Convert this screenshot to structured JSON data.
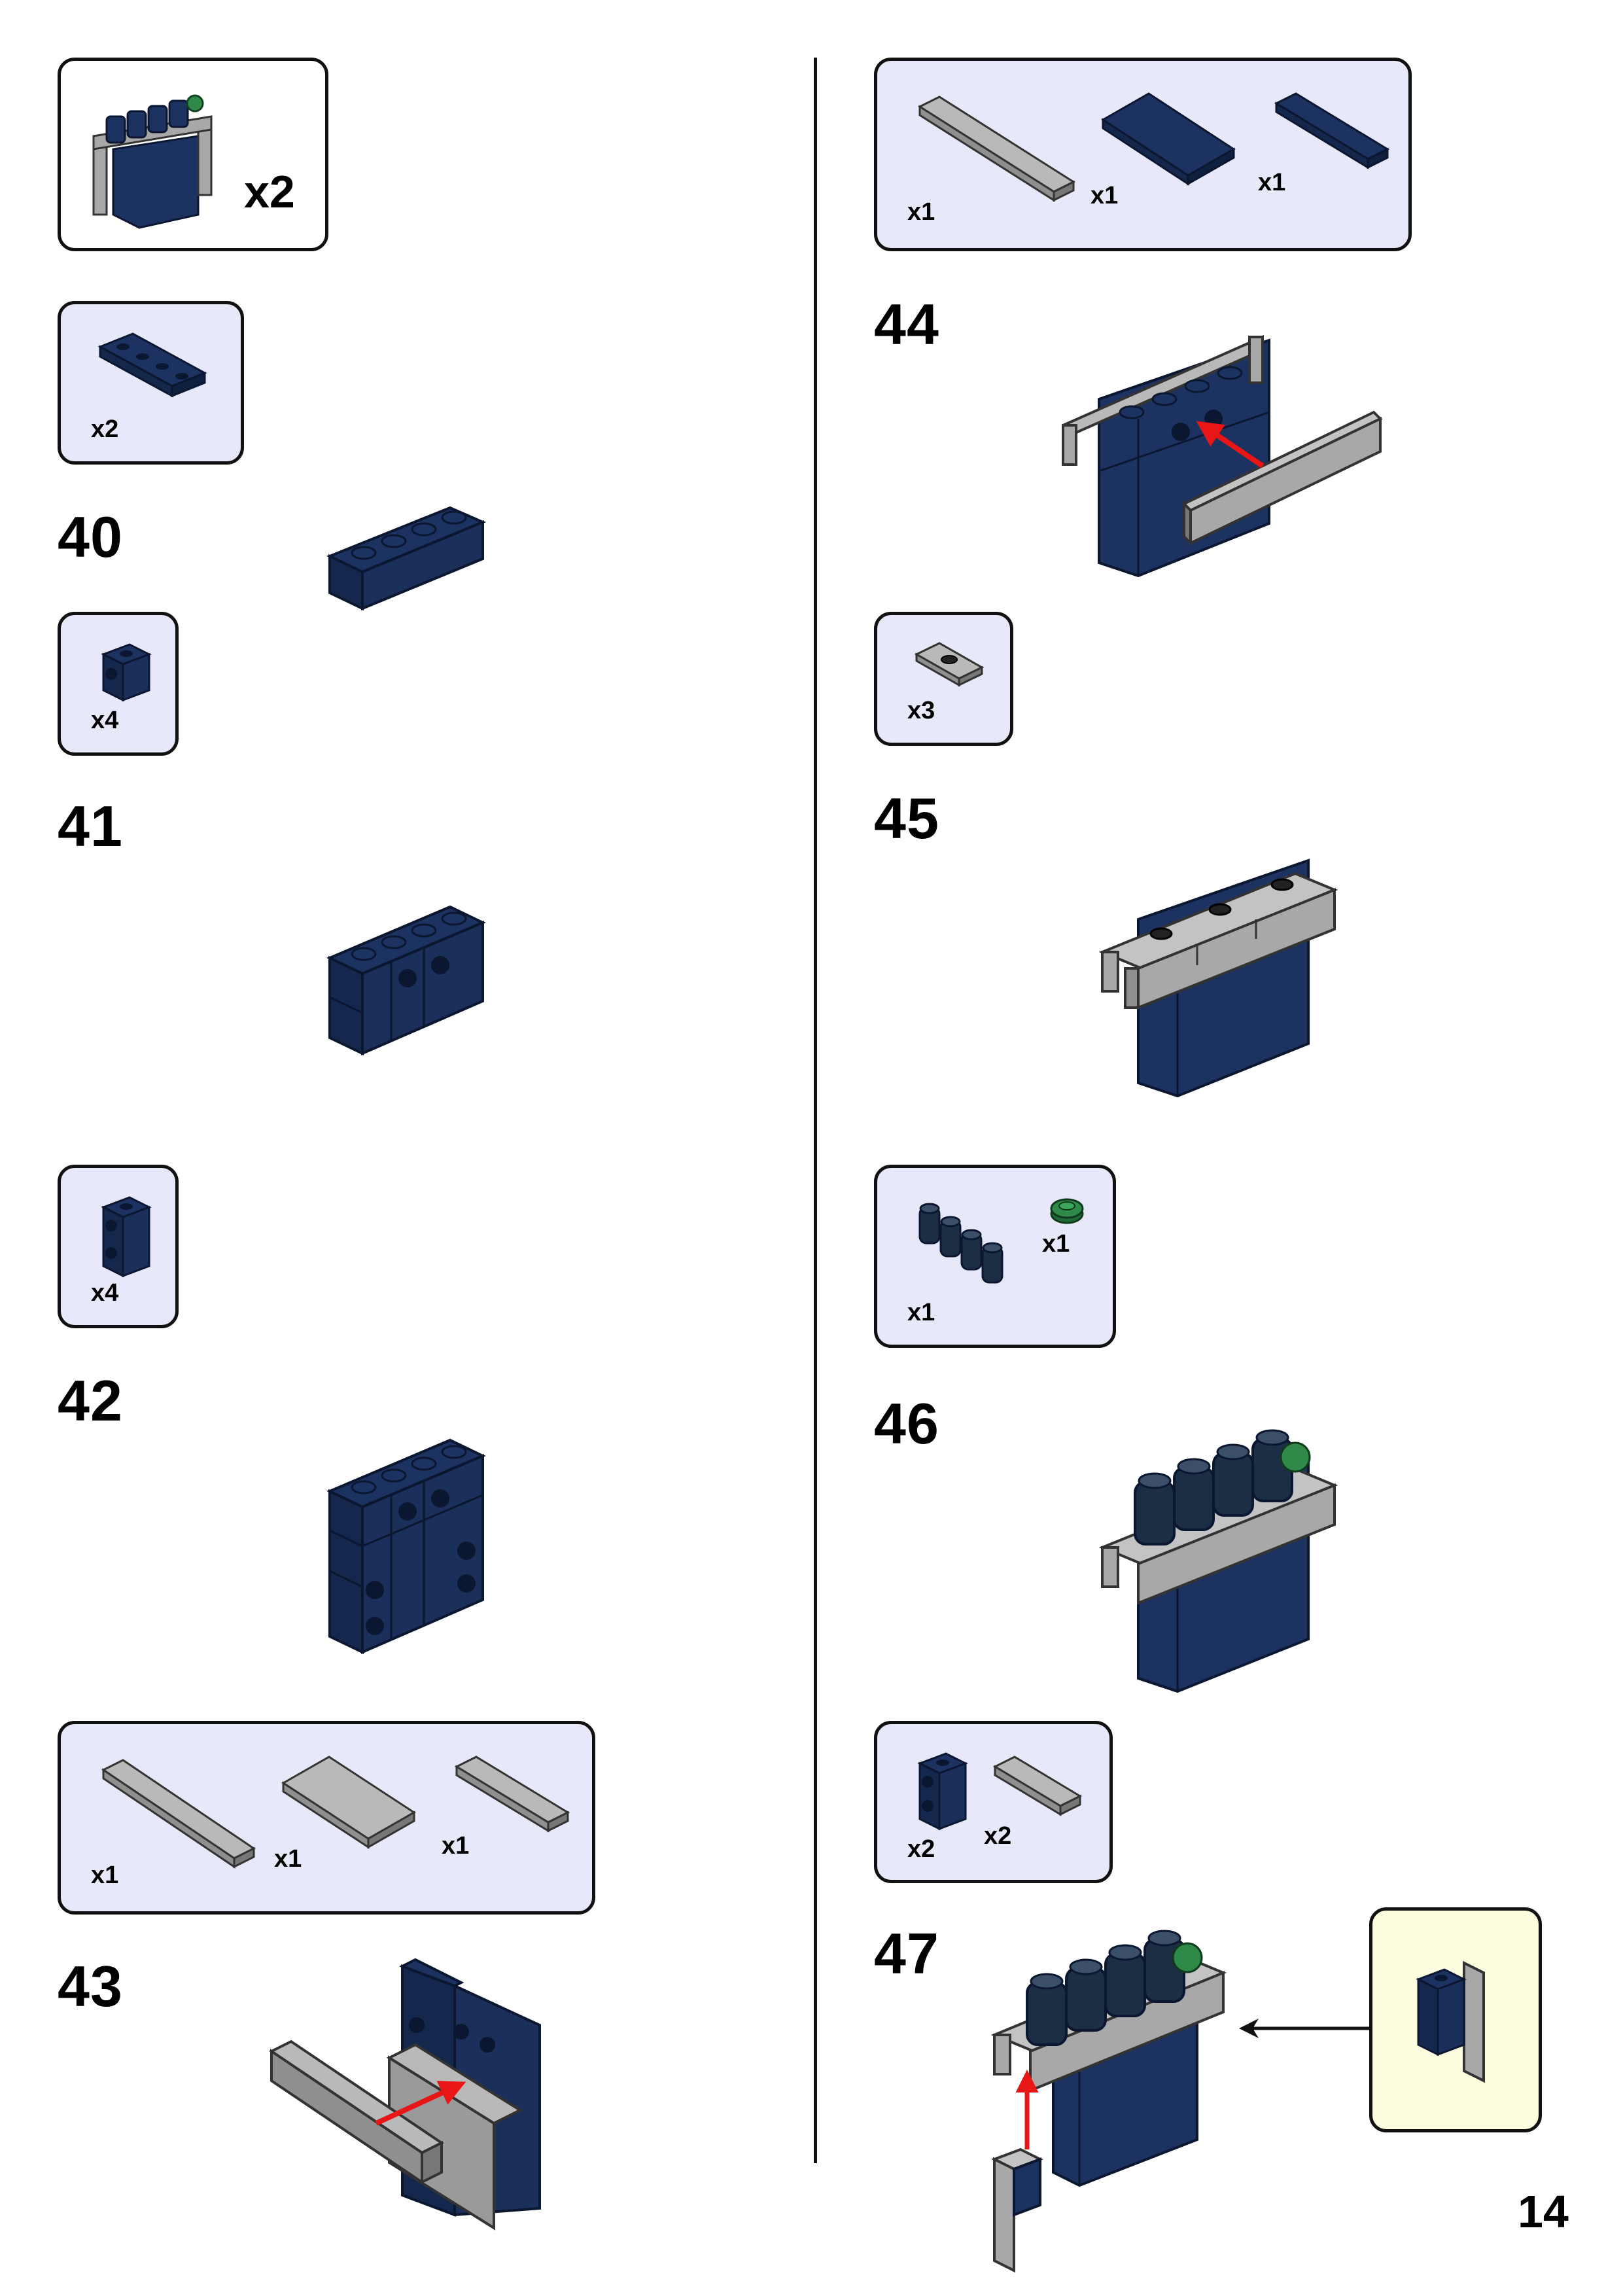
{
  "page_number": "14",
  "colors": {
    "dark_blue": "#1c3361",
    "light_gray": "#a8a8a8",
    "parts_box": "#e8e8fb",
    "callout_box": "#fdfde0",
    "arrow_red": "#e81616",
    "green": "#2f8a4a"
  },
  "left_column": {
    "subassembly_qty": "x2",
    "parts_40": [
      "x2"
    ],
    "step_40": "40",
    "parts_41": [
      "x4"
    ],
    "step_41": "41",
    "parts_42": [
      "x4"
    ],
    "step_42": "42",
    "parts_43": [
      "x1",
      "x1",
      "x1"
    ],
    "step_43": "43"
  },
  "right_column": {
    "parts_44": [
      "x1",
      "x1",
      "x1"
    ],
    "step_44": "44",
    "parts_45": [
      "x3"
    ],
    "step_45": "45",
    "parts_46": [
      "x1",
      "x1"
    ],
    "step_46": "46",
    "parts_47": [
      "x2",
      "x2"
    ],
    "step_47": "47"
  }
}
